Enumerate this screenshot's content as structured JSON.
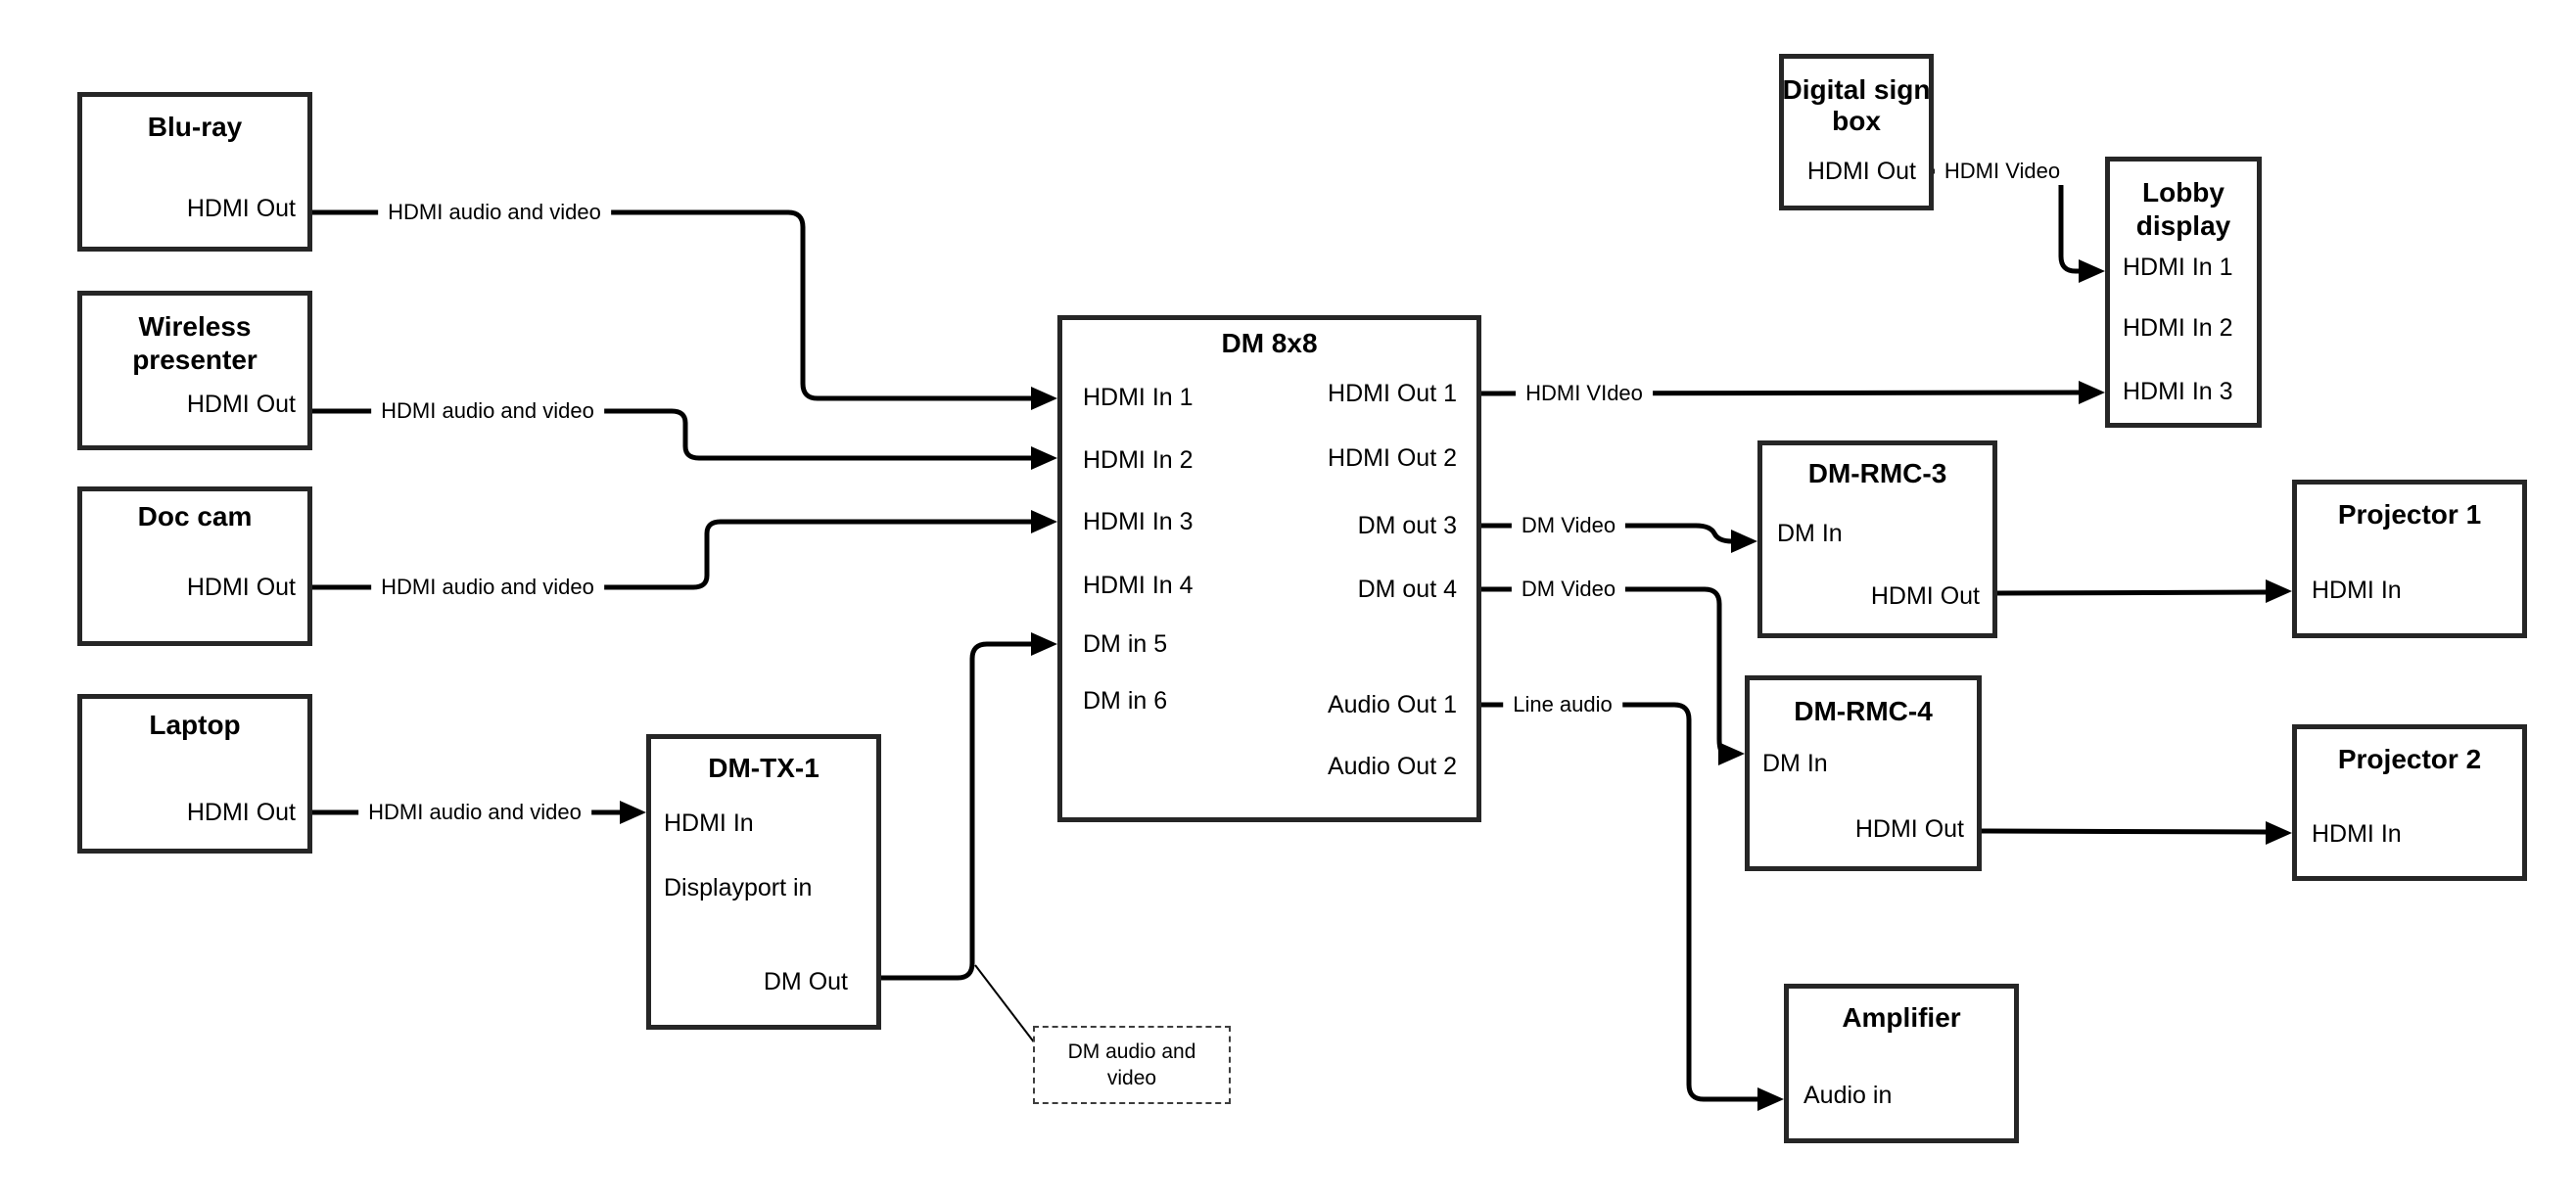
{
  "colors": {
    "background": "#ffffff",
    "box_border": "#262626",
    "wire": "#000000",
    "text": "#000000"
  },
  "nodes": {
    "bluray": {
      "title": "Blu-ray",
      "ports": {
        "hdmi_out": "HDMI Out"
      }
    },
    "wireless": {
      "title_lines": [
        "Wireless",
        "presenter"
      ],
      "ports": {
        "hdmi_out": "HDMI Out"
      }
    },
    "doccam": {
      "title": "Doc cam",
      "ports": {
        "hdmi_out": "HDMI Out"
      }
    },
    "laptop": {
      "title": "Laptop",
      "ports": {
        "hdmi_out": "HDMI Out"
      }
    },
    "dmtx1": {
      "title": "DM-TX-1",
      "ports": {
        "hdmi_in": "HDMI In",
        "displayport_in": "Displayport in",
        "dm_out": "DM Out"
      }
    },
    "dm8x8": {
      "title": "DM 8x8",
      "ports": {
        "hdmi_in_1": "HDMI In 1",
        "hdmi_in_2": "HDMI In 2",
        "hdmi_in_3": "HDMI In 3",
        "hdmi_in_4": "HDMI In 4",
        "dm_in_5": "DM in 5",
        "dm_in_6": "DM in 6",
        "hdmi_out_1": "HDMI Out 1",
        "hdmi_out_2": "HDMI Out 2",
        "dm_out_3": "DM out 3",
        "dm_out_4": "DM out 4",
        "audio_out_1": "Audio Out 1",
        "audio_out_2": "Audio Out 2"
      }
    },
    "digital_sign": {
      "title_lines": [
        "Digital sign",
        "box"
      ],
      "ports": {
        "hdmi_out": "HDMI Out"
      }
    },
    "lobby": {
      "title_lines": [
        "Lobby",
        "display"
      ],
      "ports": {
        "hdmi_in_1": "HDMI In 1",
        "hdmi_in_2": "HDMI In 2",
        "hdmi_in_3": "HDMI In 3"
      }
    },
    "rmc3": {
      "title": "DM-RMC-3",
      "ports": {
        "dm_in": "DM In",
        "hdmi_out": "HDMI Out"
      }
    },
    "proj1": {
      "title": "Projector 1",
      "ports": {
        "hdmi_in": "HDMI In"
      }
    },
    "rmc4": {
      "title": "DM-RMC-4",
      "ports": {
        "dm_in": "DM In",
        "hdmi_out": "HDMI Out"
      }
    },
    "proj2": {
      "title": "Projector 2",
      "ports": {
        "hdmi_in": "HDMI In"
      }
    },
    "amplifier": {
      "title": "Amplifier",
      "ports": {
        "audio_in": "Audio in"
      }
    },
    "note": {
      "lines": [
        "DM audio and",
        "video"
      ]
    }
  },
  "wire_labels": {
    "bluray_to_dm8x8": "HDMI audio and video",
    "wireless_to_dm8x8": "HDMI audio and video",
    "doccam_to_dm8x8": "HDMI audio and video",
    "laptop_to_dmtx1": "HDMI audio and video",
    "dm8x8_to_lobby": "HDMI VIdeo",
    "dm8x8_to_rmc3": "DM Video",
    "dm8x8_to_rmc4": "DM Video",
    "dm8x8_to_amplifier": "Line audio",
    "digital_sign_to_lobby": "HDMI Video"
  }
}
